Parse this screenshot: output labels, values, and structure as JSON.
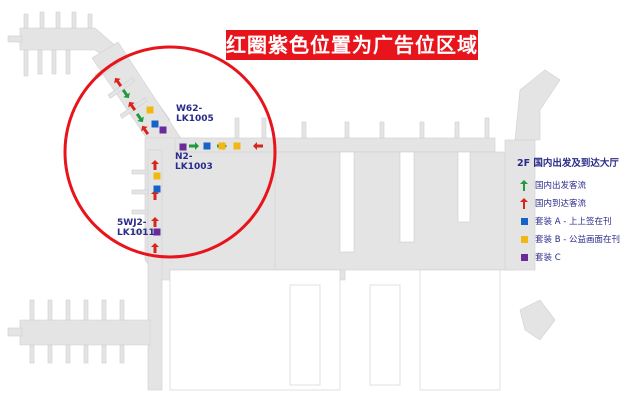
{
  "banner": {
    "text": "红圈紫色位置为广告位区域",
    "color": "#e8141c"
  },
  "labels": {
    "w62": "W62-\nLK1005",
    "n2": "N2-\nLK1003",
    "wj2": "5WJ2-\nLK1011"
  },
  "legend": {
    "title": "2F 国内出发及到达大厅",
    "items": [
      {
        "kind": "arrow-up",
        "color": "#1f9a3c",
        "label": "国内出发客流"
      },
      {
        "kind": "arrow-up",
        "color": "#d9261c",
        "label": "国内到达客流"
      },
      {
        "kind": "square",
        "color": "#1663c7",
        "label": "套装 A - 上上签在刊"
      },
      {
        "kind": "square",
        "color": "#f2b713",
        "label": "套装 B - 公益画面在刊"
      },
      {
        "kind": "square",
        "color": "#6a2a9a",
        "label": "套装 C"
      }
    ]
  },
  "colors": {
    "building": "#e4e4e4",
    "building_edge": "#d2d2d2",
    "circle": "#e8141c",
    "green": "#1f9a3c",
    "red": "#d9261c",
    "blue": "#1663c7",
    "yellow": "#f2b713",
    "purple": "#6a2a9a"
  }
}
